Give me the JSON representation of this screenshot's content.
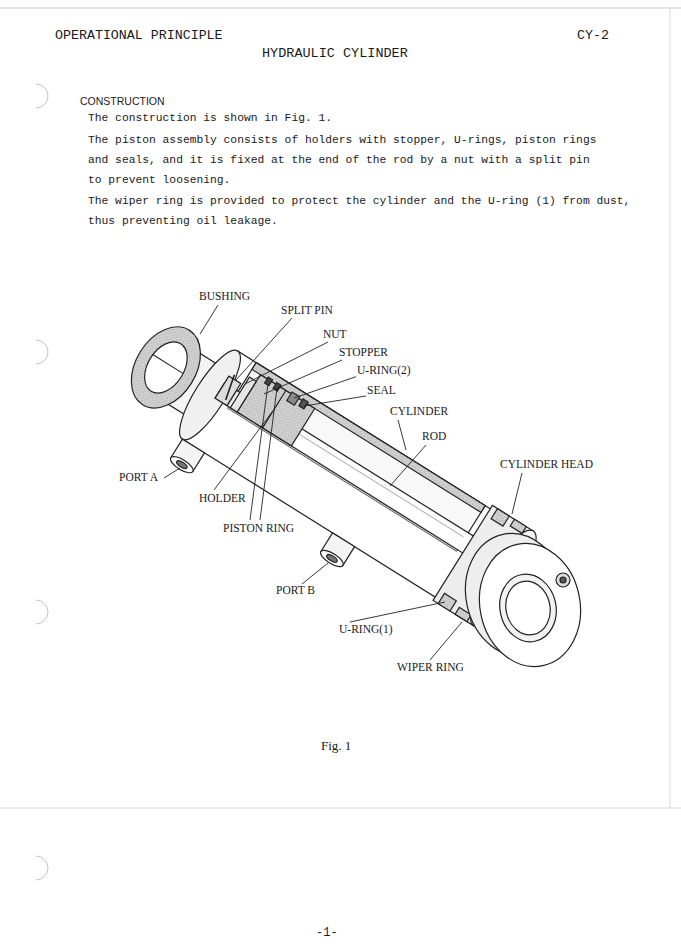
{
  "diagram": {
    "title": "HYDRAULIC CYLINDER",
    "caption": "Fig. 1",
    "labels": [
      "OPERATIONAL PRINCIPLE",
      "CY-2",
      "CONSTRUCTION",
      "The construction is shown in Fig. 1.",
      "The piston assembly consists of holders with stopper, U-rings, piston rings and seals, and it is fixed at the end of the rod by a nut with a split pin to prevent loosening.",
      "The wiper ring is provided to protect the cylinder and the U-ring (1) from dust, thus preventing oil leakage.",
      "BUSHING",
      "SPLIT PIN",
      "NUT",
      "STOPPER",
      "U-RING(2)",
      "SEAL",
      "CYLINDER",
      "ROD",
      "CYLINDER HEAD",
      "PORT A",
      "HOLDER",
      "PISTON RING",
      "PORT B",
      "U-RING(1)",
      "WIPER RING",
      "-1-"
    ]
  }
}
